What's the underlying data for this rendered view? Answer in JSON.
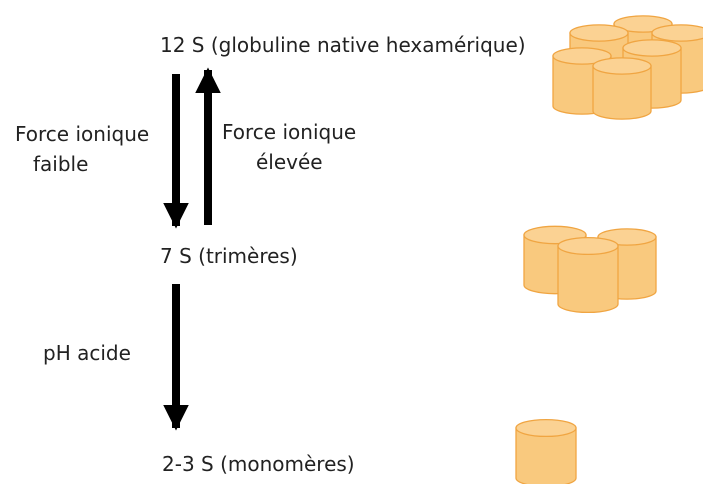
{
  "states": {
    "hexamer": "12 S (globuline native hexamérique)",
    "trimer": "7 S (trimères)",
    "monomer": "2-3 S (monomères)"
  },
  "transitions": {
    "low_ionic_line1": "Force ionique",
    "low_ionic_line2": "faible",
    "high_ionic_line1": "Force ionique",
    "high_ionic_line2": "élevée",
    "acid": "pH acide"
  },
  "colors": {
    "cylinder_fill": "#F9C97E",
    "cylinder_top": "#FBD293",
    "cylinder_stroke": "#F0A542",
    "arrow": "#000000",
    "text": "#222222"
  }
}
